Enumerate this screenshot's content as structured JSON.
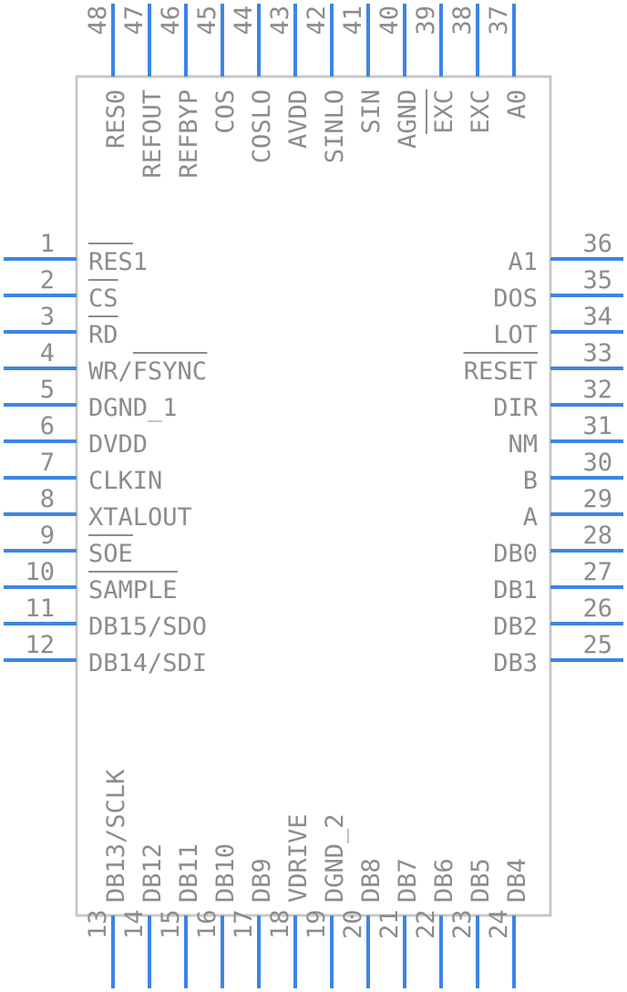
{
  "colors": {
    "pin": "#3d85e6",
    "body_stroke": "#c8c8c8",
    "text": "#8c8c8c",
    "overline": "#8c8c8c"
  },
  "component": {
    "left_pins": [
      {
        "num": "1",
        "label": "RES1",
        "overline": [
          0,
          3
        ]
      },
      {
        "num": "2",
        "label": "CS",
        "overline": [
          0,
          2
        ]
      },
      {
        "num": "3",
        "label": "RD",
        "overline": [
          0,
          2
        ]
      },
      {
        "num": "4",
        "label": "WR/FSYNC",
        "overline": [
          3,
          8
        ]
      },
      {
        "num": "5",
        "label": "DGND_1"
      },
      {
        "num": "6",
        "label": "DVDD"
      },
      {
        "num": "7",
        "label": "CLKIN"
      },
      {
        "num": "8",
        "label": "XTALOUT"
      },
      {
        "num": "9",
        "label": "SOE",
        "overline": [
          0,
          3
        ]
      },
      {
        "num": "10",
        "label": "SAMPLE",
        "overline": [
          0,
          6
        ]
      },
      {
        "num": "11",
        "label": "DB15/SDO"
      },
      {
        "num": "12",
        "label": "DB14/SDI"
      }
    ],
    "right_pins": [
      {
        "num": "36",
        "label": "A1"
      },
      {
        "num": "35",
        "label": "DOS"
      },
      {
        "num": "34",
        "label": "LOT"
      },
      {
        "num": "33",
        "label": "RESET",
        "overline": [
          0,
          5
        ]
      },
      {
        "num": "32",
        "label": "DIR"
      },
      {
        "num": "31",
        "label": "NM"
      },
      {
        "num": "30",
        "label": "B"
      },
      {
        "num": "29",
        "label": "A"
      },
      {
        "num": "28",
        "label": "DB0"
      },
      {
        "num": "27",
        "label": "DB1"
      },
      {
        "num": "26",
        "label": "DB2"
      },
      {
        "num": "25",
        "label": "DB3"
      }
    ],
    "top_pins": [
      {
        "num": "48",
        "label": "RES0"
      },
      {
        "num": "47",
        "label": "REFOUT"
      },
      {
        "num": "46",
        "label": "REFBYP"
      },
      {
        "num": "45",
        "label": "COS"
      },
      {
        "num": "44",
        "label": "COSLO"
      },
      {
        "num": "43",
        "label": "AVDD"
      },
      {
        "num": "42",
        "label": "SINLO"
      },
      {
        "num": "41",
        "label": "SIN"
      },
      {
        "num": "40",
        "label": "AGND"
      },
      {
        "num": "39",
        "label": "EXC",
        "overline": [
          0,
          3
        ]
      },
      {
        "num": "38",
        "label": "EXC"
      },
      {
        "num": "37",
        "label": "A0"
      }
    ],
    "bottom_pins": [
      {
        "num": "13",
        "label": "DB13/SCLK"
      },
      {
        "num": "14",
        "label": "DB12"
      },
      {
        "num": "15",
        "label": "DB11"
      },
      {
        "num": "16",
        "label": "DB10"
      },
      {
        "num": "17",
        "label": "DB9"
      },
      {
        "num": "18",
        "label": "VDRIVE"
      },
      {
        "num": "19",
        "label": "DGND_2"
      },
      {
        "num": "20",
        "label": "DB8"
      },
      {
        "num": "21",
        "label": "DB7"
      },
      {
        "num": "22",
        "label": "DB6"
      },
      {
        "num": "23",
        "label": "DB5"
      },
      {
        "num": "24",
        "label": "DB4"
      }
    ]
  }
}
